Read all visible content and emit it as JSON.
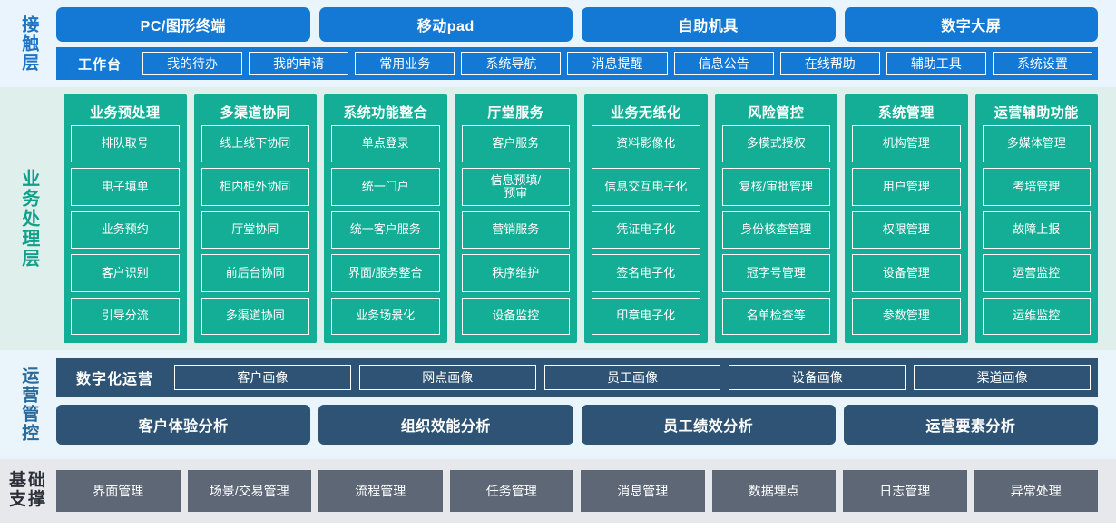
{
  "diagram": {
    "layers": [
      {
        "id": "contact",
        "label": "接触层",
        "channels": [
          "PC/图形终端",
          "移动pad",
          "自助机具",
          "数字大屏"
        ],
        "nav_title": "工作台",
        "nav_items": [
          "我的待办",
          "我的申请",
          "常用业务",
          "系统导航",
          "消息提醒",
          "信息公告",
          "在线帮助",
          "辅助工具",
          "系统设置"
        ]
      },
      {
        "id": "business",
        "label": "业务处理层",
        "columns": [
          {
            "title": "业务预处理",
            "items": [
              "排队取号",
              "电子填单",
              "业务预约",
              "客户识别",
              "引导分流"
            ]
          },
          {
            "title": "多渠道协同",
            "items": [
              "线上线下协同",
              "柜内柜外协同",
              "厅堂协同",
              "前后台协同",
              "多渠道协同"
            ]
          },
          {
            "title": "系统功能整合",
            "items": [
              "单点登录",
              "统一门户",
              "统一客户服务",
              "界面/服务整合",
              "业务场景化"
            ]
          },
          {
            "title": "厅堂服务",
            "items": [
              "客户服务",
              "信息预填/\n预审",
              "营销服务",
              "秩序维护",
              "设备监控"
            ]
          },
          {
            "title": "业务无纸化",
            "items": [
              "资料影像化",
              "信息交互电子化",
              "凭证电子化",
              "签名电子化",
              "印章电子化"
            ]
          },
          {
            "title": "风险管控",
            "items": [
              "多模式授权",
              "复核/审批管理",
              "身份核查管理",
              "冠字号管理",
              "名单检查等"
            ]
          },
          {
            "title": "系统管理",
            "items": [
              "机构管理",
              "用户管理",
              "权限管理",
              "设备管理",
              "参数管理"
            ]
          },
          {
            "title": "运营辅助功能",
            "items": [
              "多媒体管理",
              "考培管理",
              "故障上报",
              "运营监控",
              "运维监控"
            ]
          }
        ]
      },
      {
        "id": "operations",
        "label": "运营管控",
        "ops_title": "数字化运营",
        "portraits": [
          "客户画像",
          "网点画像",
          "员工画像",
          "设备画像",
          "渠道画像"
        ],
        "analyses": [
          "客户体验分析",
          "组织效能分析",
          "员工绩效分析",
          "运营要素分析"
        ]
      },
      {
        "id": "foundation",
        "label": "基础\n支撑",
        "items": [
          "界面管理",
          "场景/交易管理",
          "流程管理",
          "任务管理",
          "消息管理",
          "数据埋点",
          "日志管理",
          "异常处理"
        ]
      }
    ]
  },
  "colors": {
    "contact_bg": "#eaf4fc",
    "contact_accent": "#1379d5",
    "business_bg": "#dff0ec",
    "business_accent": "#13ae95",
    "ops_bg": "#e9f4fb",
    "ops_accent": "#2e5374",
    "foundation_bg": "#e6e8ec",
    "foundation_accent": "#5d6775"
  }
}
